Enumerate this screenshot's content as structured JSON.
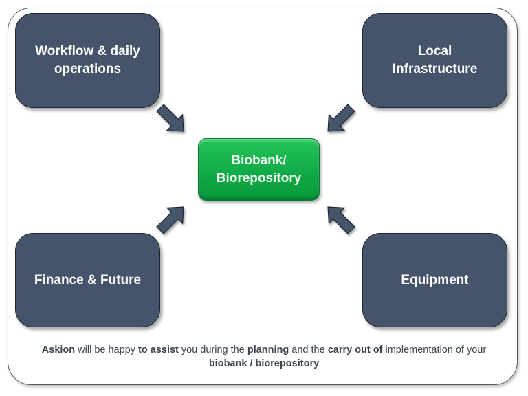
{
  "diagram": {
    "center": {
      "line1": "Biobank/",
      "line2": "Biorepository",
      "color": "#12ad48"
    },
    "nodes": [
      {
        "id": "top-left",
        "line1": "Workflow & daily",
        "line2": "operations"
      },
      {
        "id": "top-right",
        "line1": "Local",
        "line2": "Infrastructure"
      },
      {
        "id": "bottom-left",
        "line1": "Finance & Future",
        "line2": ""
      },
      {
        "id": "bottom-right",
        "line1": "Equipment",
        "line2": ""
      }
    ],
    "node_color": "#45546a",
    "arrows": [
      {
        "from": "top-left",
        "to": "center"
      },
      {
        "from": "top-right",
        "to": "center"
      },
      {
        "from": "bottom-left",
        "to": "center"
      },
      {
        "from": "bottom-right",
        "to": "center"
      }
    ]
  },
  "footer": {
    "s1": "Askion",
    "s2": " will be happy ",
    "s3": "to assist",
    "s4": " you during the ",
    "s5": "planning",
    "s6": " and the ",
    "s7": "carry out of",
    "s8": " implementation of your",
    "s9": "biobank / biorepository"
  }
}
